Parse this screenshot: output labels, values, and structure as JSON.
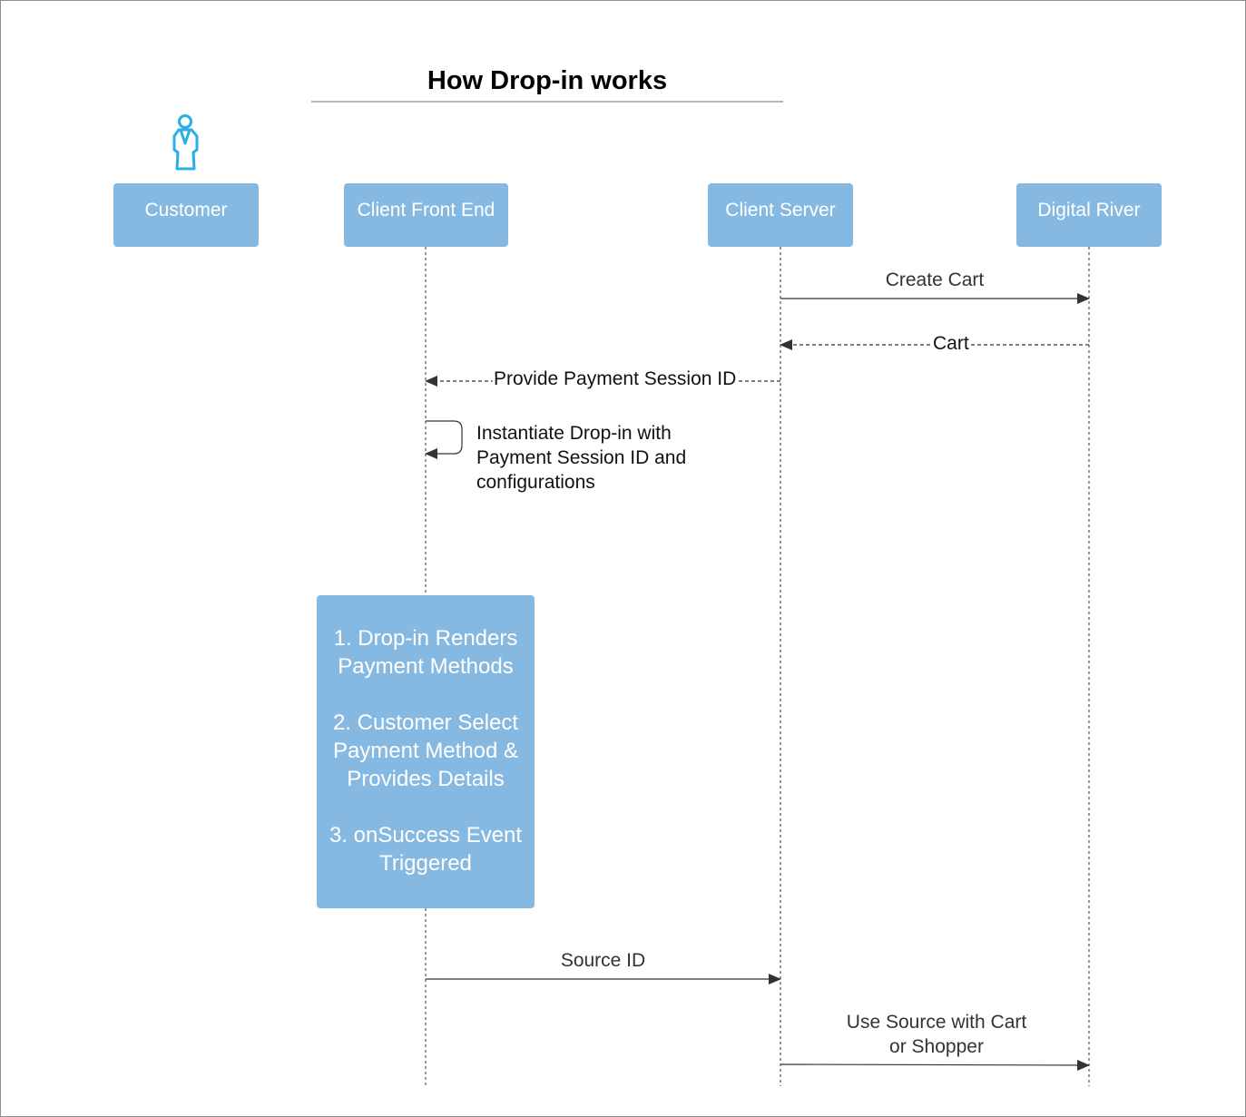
{
  "title": "How Drop-in works",
  "actors": {
    "customer": "Customer",
    "client_front_end": "Client Front End",
    "client_server": "Client Server",
    "digital_river": "Digital River"
  },
  "messages": {
    "create_cart": "Create Cart",
    "cart": "Cart",
    "provide_payment_session_id": "Provide Payment Session ID",
    "instantiate_dropin": "Instantiate Drop-in with\nPayment Session ID and\nconfigurations",
    "source_id": "Source ID",
    "use_source": "Use Source with Cart\nor Shopper"
  },
  "activation_box": {
    "step1": "1. Drop-in Renders\nPayment Methods",
    "step2": "2. Customer Select\nPayment Method &\nProvides Details",
    "step3": "3. onSuccess Event\nTriggered"
  },
  "colors": {
    "actor_fill": "#86b9e2",
    "actor_text": "#ffffff",
    "person_icon": "#29aee8",
    "line": "#333333"
  },
  "icons": {
    "customer_icon": "person-icon"
  }
}
